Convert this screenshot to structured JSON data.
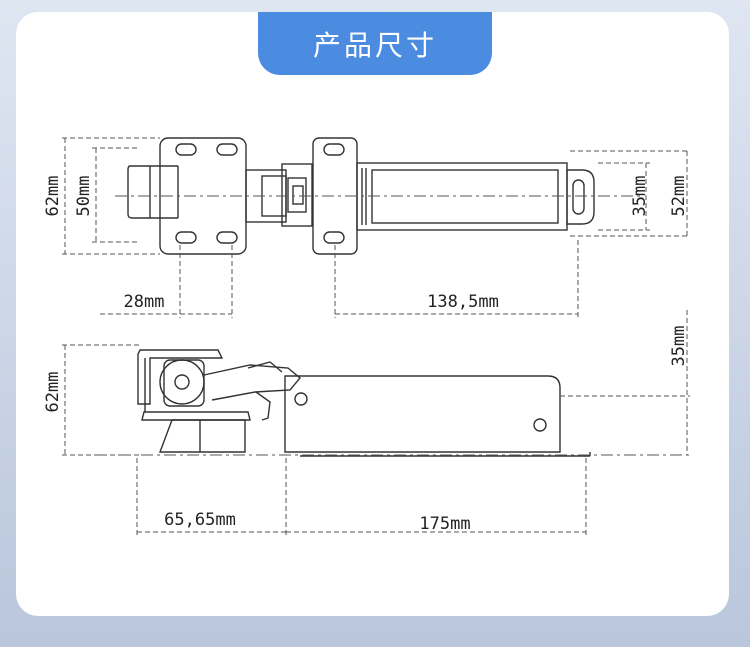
{
  "header": {
    "title": "产品尺寸"
  },
  "colors": {
    "accent": "#4b8be0",
    "line": "#333333",
    "page": "#ffffff"
  },
  "top_view": {
    "height_outer": "62mm",
    "height_inner": "50mm",
    "right_inner": "35mm",
    "right_outer": "52mm",
    "width_left": "28mm",
    "width_right": "138,5mm"
  },
  "side_view": {
    "height_left": "62mm",
    "height_right": "35mm",
    "width_left": "65,65mm",
    "width_right": "175mm"
  }
}
